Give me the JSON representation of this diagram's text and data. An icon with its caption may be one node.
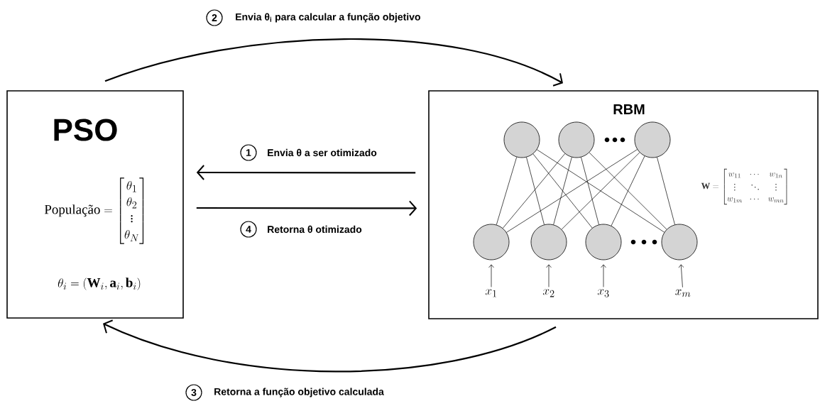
{
  "diagram": {
    "nodes": [
      {
        "text": [
          "PSO",
          "\\text{População} = \\begin{bmatrix}\\theta_1\\\\ \\theta_2\\\\ \\vdots\\\\ \\theta_N\\end{bmatrix}",
          "\\theta_i = (\\mathbf{W}_i, \\mathbf{a}_i, \\mathbf{b}_i)"
        ]
      },
      {
        "text": [
          "RBM",
          "\\mathbf{W} = \\begin{bmatrix} w_{11} & \\cdots & w_{1n}\\\\ \\vdots & \\ddots & \\vdots\\\\ w_{1m} & \\cdots & w_{mn}\\end{bmatrix}"
        ]
      },
      {
        "text": [],
        "shape": "circle",
        "in": 1
      },
      {
        "text": [],
        "shape": "circle",
        "in": 1
      },
      {
        "text": [],
        "shape": "circle",
        "in": 1
      },
      {
        "text": [],
        "shape": "circle",
        "in": 1
      },
      {
        "text": [],
        "shape": "circle",
        "in": 1
      },
      {
        "text": [],
        "shape": "circle",
        "in": 1
      },
      {
        "text": [],
        "shape": "circle",
        "in": 1
      },
      {
        "text": [
          "x_1"
        ],
        "in": 1
      },
      {
        "text": [
          "x_2"
        ],
        "in": 1
      },
      {
        "text": [
          "x_3"
        ],
        "in": 1
      },
      {
        "text": [
          "x_m"
        ],
        "in": 1
      }
    ],
    "edges": [
      {
        "from": 0,
        "to": 1,
        "arrow": "to",
        "label": "Envia θ$_{i}$ para calcular a função objetivo"
      },
      {
        "from": 1,
        "to": 0,
        "arrow": "to",
        "label": "Envia θ a ser otimizado"
      },
      {
        "from": 0,
        "to": 1,
        "arrow": "to",
        "label": "Retorna θ otimizado"
      },
      {
        "from": 1,
        "to": 0,
        "arrow": "to",
        "label": "Retorna a função objetivo calculada"
      },
      {
        "from": 2,
        "to": 5,
        "arrow": "none"
      },
      {
        "from": 2,
        "to": 6,
        "arrow": "none"
      },
      {
        "from": 2,
        "to": 7,
        "arrow": "none"
      },
      {
        "from": 2,
        "to": 8,
        "arrow": "none"
      },
      {
        "from": 3,
        "to": 5,
        "arrow": "none"
      },
      {
        "from": 3,
        "to": 6,
        "arrow": "none"
      },
      {
        "from": 3,
        "to": 7,
        "arrow": "none"
      },
      {
        "from": 3,
        "to": 8,
        "arrow": "none"
      },
      {
        "from": 4,
        "to": 5,
        "arrow": "none"
      },
      {
        "from": 4,
        "to": 6,
        "arrow": "none"
      },
      {
        "from": 4,
        "to": 7,
        "arrow": "none"
      },
      {
        "from": 4,
        "to": 8,
        "arrow": "none"
      },
      {
        "from": 9,
        "to": 5,
        "arrow": "to"
      },
      {
        "from": 10,
        "to": 6,
        "arrow": "to"
      },
      {
        "from": 11,
        "to": 7,
        "arrow": "to"
      },
      {
        "from": 12,
        "to": 8,
        "arrow": "to"
      }
    ],
    "labels": [
      "2",
      "1",
      "4",
      "3"
    ]
  }
}
